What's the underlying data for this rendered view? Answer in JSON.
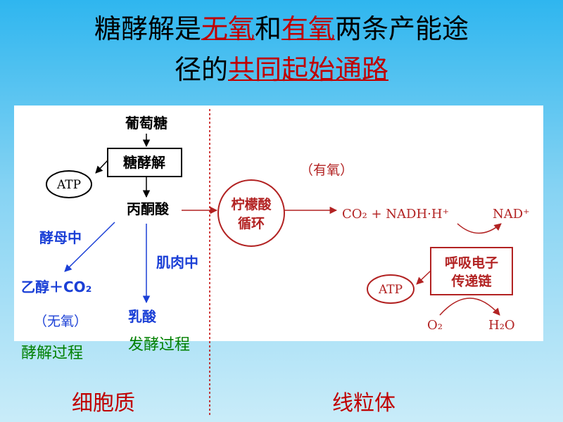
{
  "title": {
    "line1": {
      "seg1": "糖酵解是",
      "seg2": "无氧",
      "seg3": "和",
      "seg4": "有氧",
      "seg5": "两条产能途"
    },
    "line2": {
      "seg1": "径的",
      "seg2": "共同起始通路"
    }
  },
  "diagram": {
    "glucose": "葡萄糖",
    "glycolysis": "糖酵解",
    "atp_left": "ATP",
    "pyruvate": "丙酮酸",
    "in_yeast": "酵母中",
    "in_muscle": "肌肉中",
    "ethanol_co2": "乙醇＋CO₂",
    "lactate": "乳酸",
    "anaerobic": "（无氧）",
    "aerobic": "（有氧）",
    "tca_line1": "柠檬酸",
    "tca_line2": "循环",
    "products": "CO₂ + NADH·H⁺",
    "nad_plus": "NAD⁺",
    "etc_line1": "呼吸电子",
    "etc_line2": "传递链",
    "atp_right": "ATP",
    "o2": "O₂",
    "h2o": "H₂O"
  },
  "labels": {
    "alcohol_fermentation": "酵解过程",
    "fermentation_process": "发酵过程",
    "cytoplasm": "细胞质",
    "mitochondria": "线粒体"
  },
  "colors": {
    "highlight_red": "#c00000",
    "diagram_red": "#b22222",
    "diagram_blue": "#1a3fd6",
    "green": "#008000"
  }
}
